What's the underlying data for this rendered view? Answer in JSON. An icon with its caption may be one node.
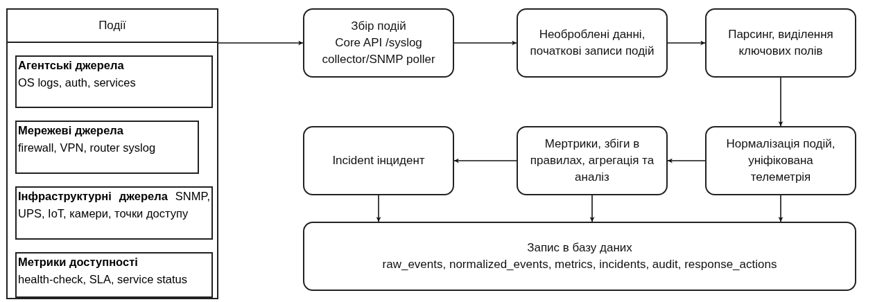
{
  "diagram": {
    "nodes": [
      {
        "text": [
          "Події"
        ]
      },
      {
        "text": [
          "Агентські джерела",
          "OS logs, auth, services"
        ],
        "in": 0
      },
      {
        "text": [
          "Мережеві джерела",
          "firewall, VPN, router syslog"
        ],
        "in": 0
      },
      {
        "text": [
          "**Інфраструктурні джерела** SNMP, UPS, IoT, камери, точки доступу"
        ],
        "in": 0
      },
      {
        "text": [
          "Метрики доступності",
          "health-check, SLA, service status"
        ],
        "in": 0
      },
      {
        "text": [
          "Збір подій",
          "Core API /syslog collector/SNMP poller"
        ]
      },
      {
        "text": [
          "Необроблені данні, початкові записи подій"
        ]
      },
      {
        "text": [
          "Парсинг, виділення ключових полів"
        ]
      },
      {
        "text": [
          "Нормалізація подій, уніфікована телеметрія"
        ]
      },
      {
        "text": [
          "Мертрики, збіги в правилах, агрегація та аналіз"
        ]
      },
      {
        "text": [
          "Incident інцидент"
        ]
      },
      {
        "text": [
          "Запис в базу даних",
          "raw_events, normalized_events, metrics, incidents, audit, response_actions"
        ]
      }
    ],
    "edges": [
      {
        "from": 0,
        "to": 5,
        "arrow": "to"
      },
      {
        "from": 5,
        "to": 6,
        "arrow": "to"
      },
      {
        "from": 6,
        "to": 7,
        "arrow": "to"
      },
      {
        "from": 7,
        "to": 8,
        "arrow": "to"
      },
      {
        "from": 8,
        "to": 9,
        "arrow": "to"
      },
      {
        "from": 9,
        "to": 10,
        "arrow": "to"
      },
      {
        "from": 10,
        "to": 11,
        "arrow": "to"
      },
      {
        "from": 9,
        "to": 11,
        "arrow": "to"
      },
      {
        "from": 8,
        "to": 11,
        "arrow": "to"
      }
    ]
  }
}
